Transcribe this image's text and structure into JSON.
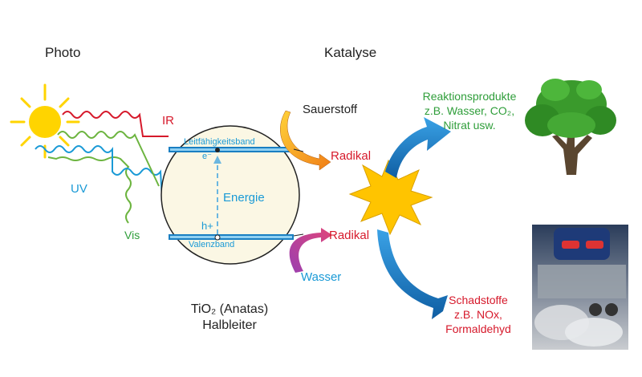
{
  "headers": {
    "photo": "Photo",
    "katalyse": "Katalyse"
  },
  "rays": {
    "ir": "IR",
    "uv": "UV",
    "vis": "Vis"
  },
  "semiconductor": {
    "conduction_band": "Leitfähigkeitsband",
    "valence_band": "Valenzband",
    "electron": "e⁻",
    "hole": "h+",
    "energy": "Energie",
    "material": "TiO₂ (Anatas)",
    "type": "Halbleiter"
  },
  "reactions": {
    "oxygen": "Sauerstoff",
    "radical_top": "Radikal",
    "radical_bottom": "Radikal",
    "water": "Wasser"
  },
  "products": {
    "line1": "Reaktionsprodukte",
    "line2": "z.B. Wasser, CO₂,",
    "line3": "Nitrat usw."
  },
  "pollutants": {
    "line1": "Schadstoffe",
    "line2": "z.B. NOx,",
    "line3": "Formaldehyd"
  },
  "colors": {
    "sun": "#ffd400",
    "ir": "#d6192b",
    "vis": "#6cb43f",
    "uv": "#1a9ad6",
    "band": "#1a7fc2",
    "arrow_blue": "#1877c4",
    "tree_green": "#3a9a2c",
    "burst": "#ffc400"
  }
}
